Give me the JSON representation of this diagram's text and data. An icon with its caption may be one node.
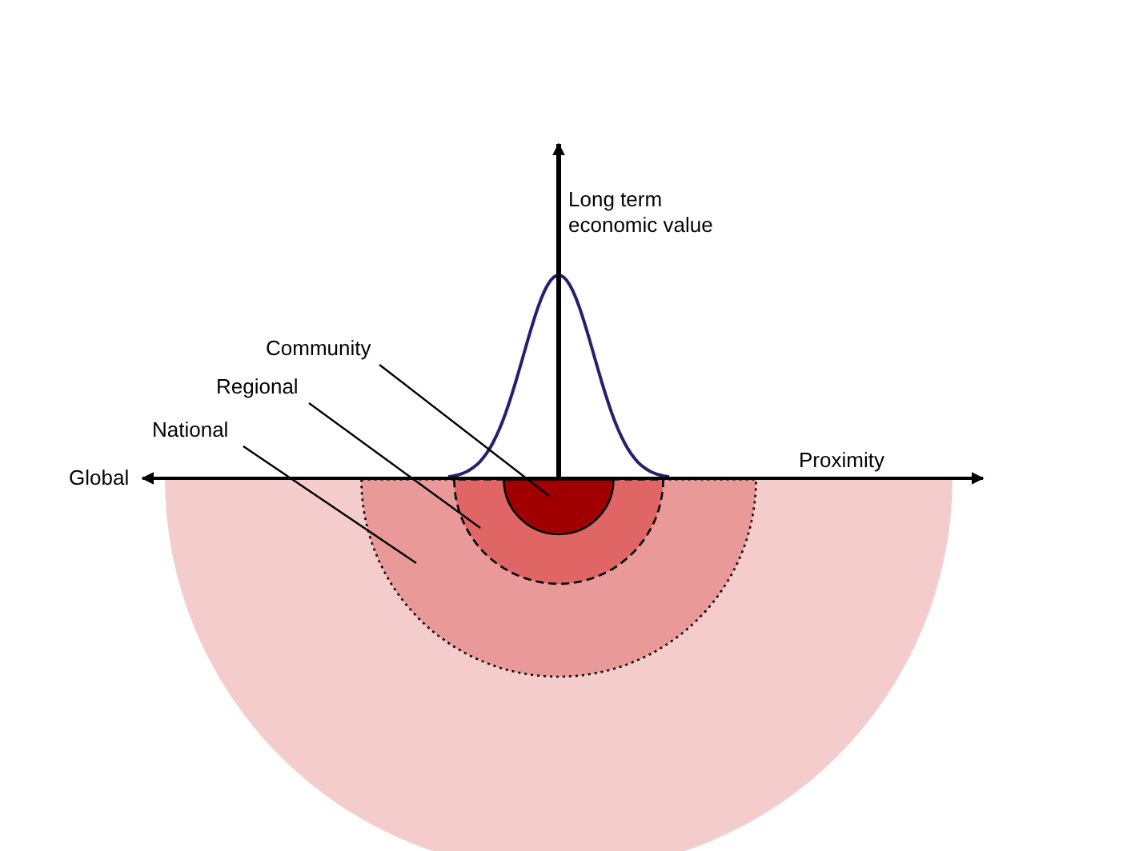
{
  "diagram": {
    "nodes": [
      {
        "text": [
          "Community"
        ]
      },
      {
        "text": [
          "Regional"
        ]
      },
      {
        "text": [
          "National"
        ]
      },
      {
        "text": [],
        "shape": "semicircle"
      },
      {
        "text": [],
        "shape": "semicircle",
        "in": 3
      },
      {
        "text": [],
        "shape": "semicircle",
        "in": 4
      }
    ],
    "edges": [
      {
        "from": 0,
        "to": 5,
        "arrow": "none"
      },
      {
        "from": 1,
        "to": 4,
        "arrow": "none"
      },
      {
        "from": 2,
        "to": 3,
        "arrow": "none"
      }
    ],
    "labels": [
      "Long term economic value",
      "Proximity",
      "Global"
    ]
  }
}
